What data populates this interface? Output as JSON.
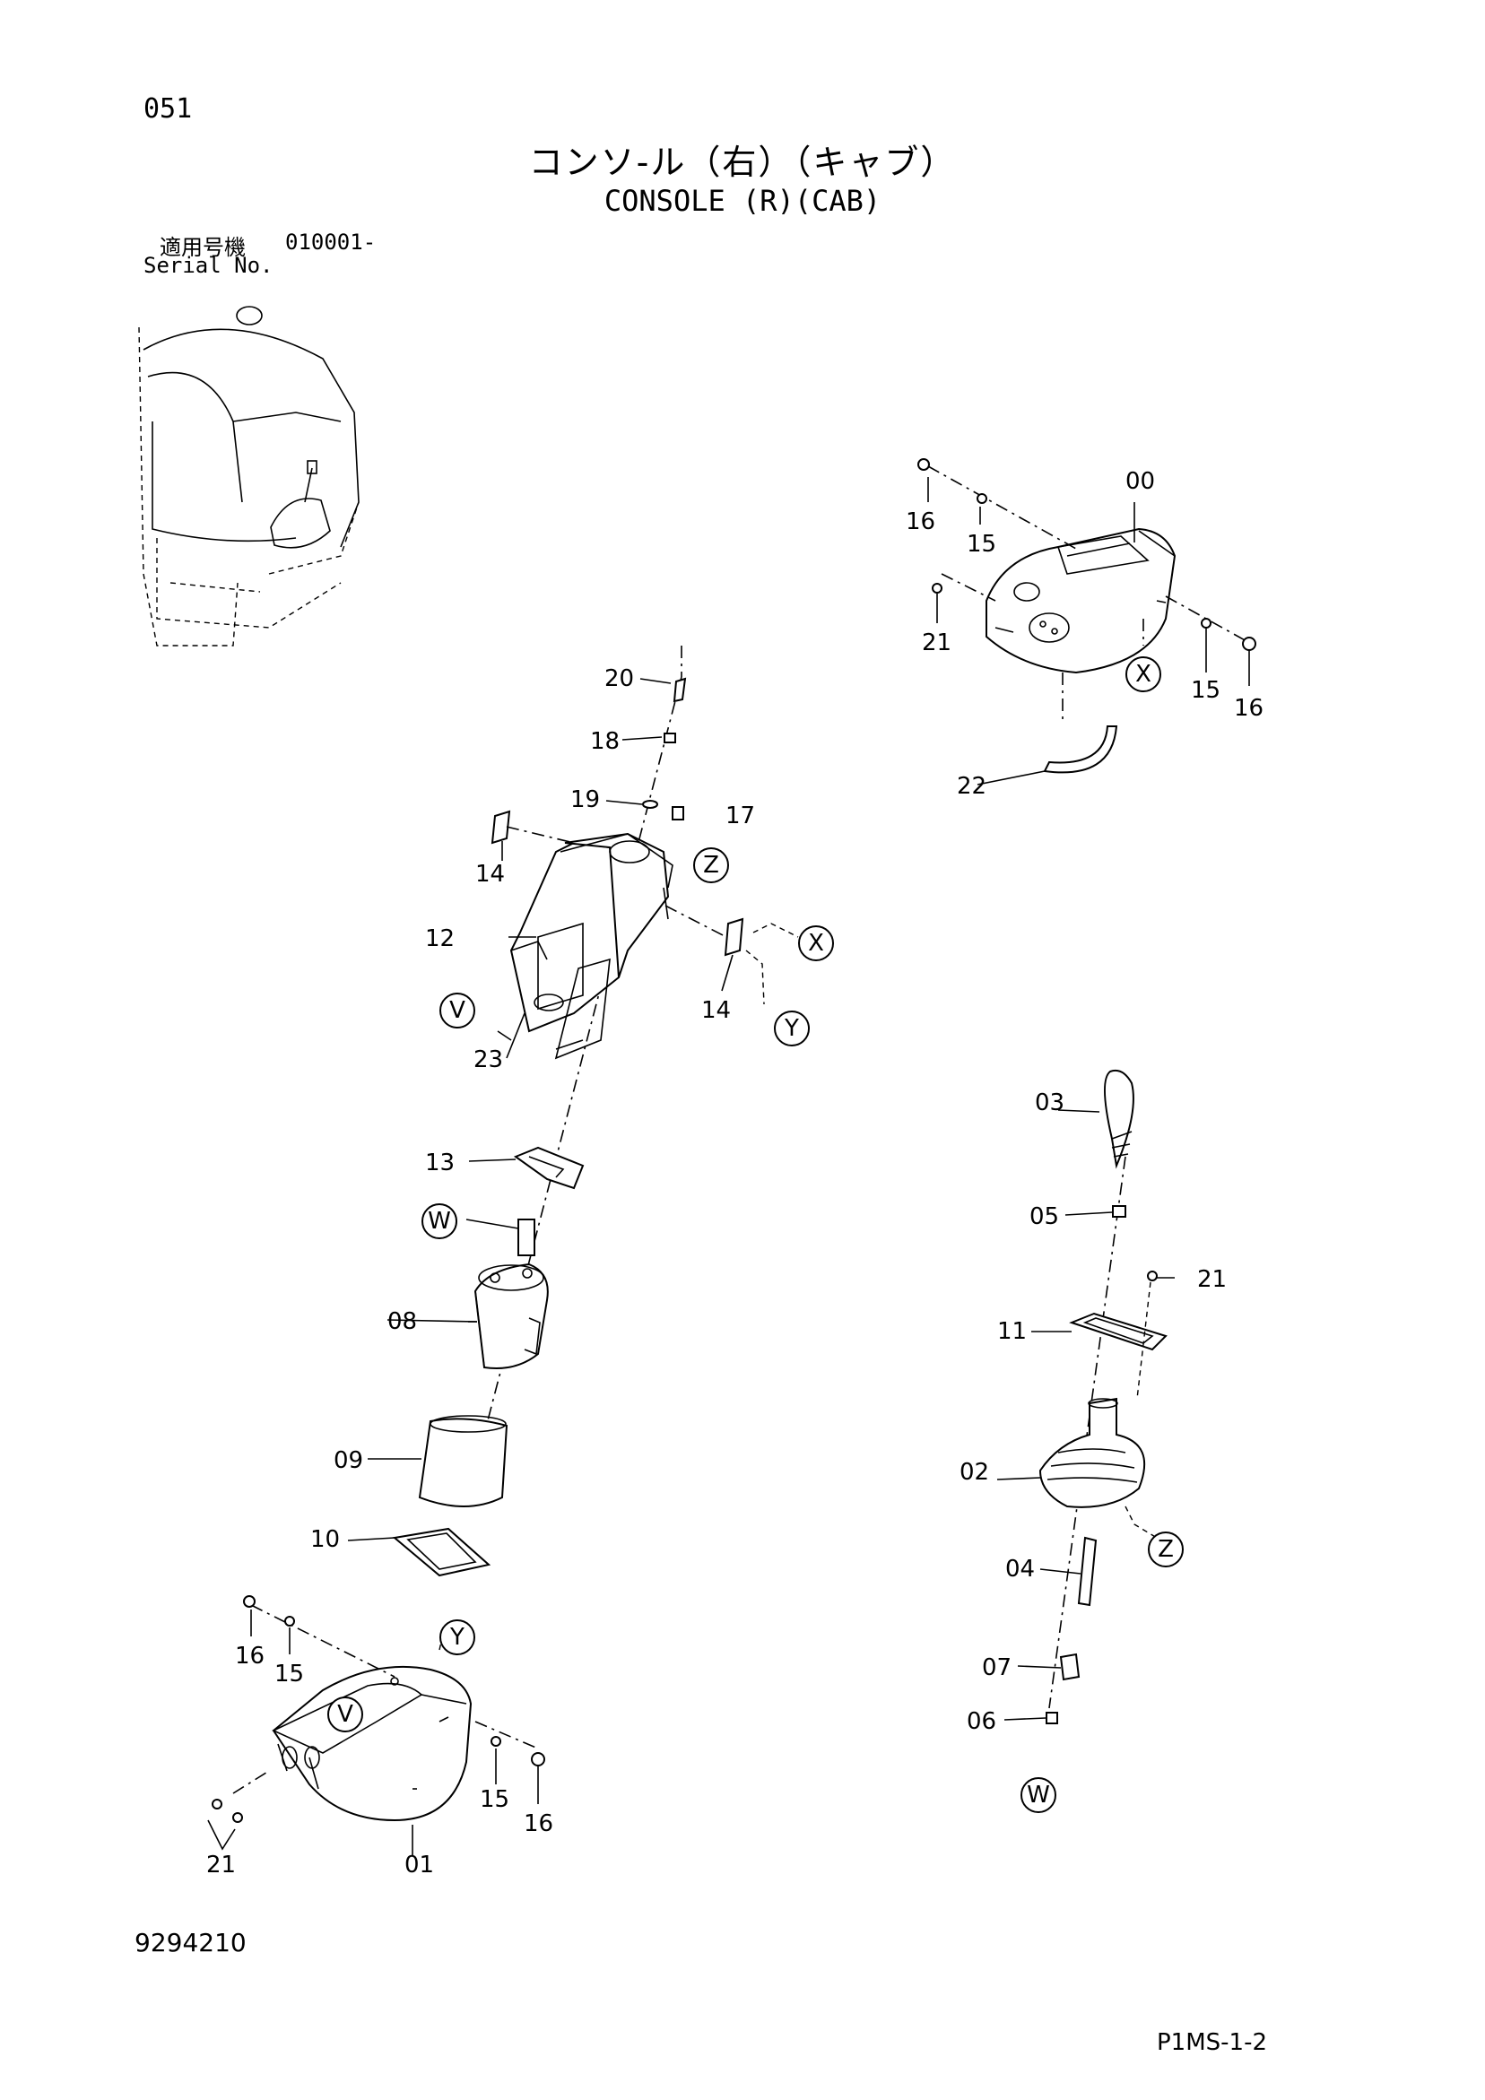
{
  "page_number": "051",
  "title_jp": "コンソ-ル（右）（キャブ）",
  "title_en": "CONSOLE (R)(CAB)",
  "serial": {
    "label_jp": "適用号機",
    "value": "010001-",
    "label_en": "Serial No."
  },
  "document_number": "9294210",
  "page_code": "P1MS-1-2",
  "part_labels": {
    "p00": "00",
    "p01": "01",
    "p02": "02",
    "p03": "03",
    "p04": "04",
    "p05": "05",
    "p06": "06",
    "p07": "07",
    "p08": "08",
    "p09": "09",
    "p10": "10",
    "p11": "11",
    "p12": "12",
    "p13": "13",
    "p14a": "14",
    "p14b": "14",
    "p15a": "15",
    "p15b": "15",
    "p15c": "15",
    "p15d": "15",
    "p16a": "16",
    "p16b": "16",
    "p16c": "16",
    "p16d": "16",
    "p17": "17",
    "p18": "18",
    "p19": "19",
    "p20": "20",
    "p21a": "21",
    "p21b": "21",
    "p21c": "21",
    "p22": "22",
    "p23": "23"
  },
  "callouts": {
    "v1": "V",
    "v2": "V",
    "w1": "W",
    "w2": "W",
    "x1": "X",
    "x2": "X",
    "y1": "Y",
    "y2": "Y",
    "z1": "Z",
    "z2": "Z"
  }
}
